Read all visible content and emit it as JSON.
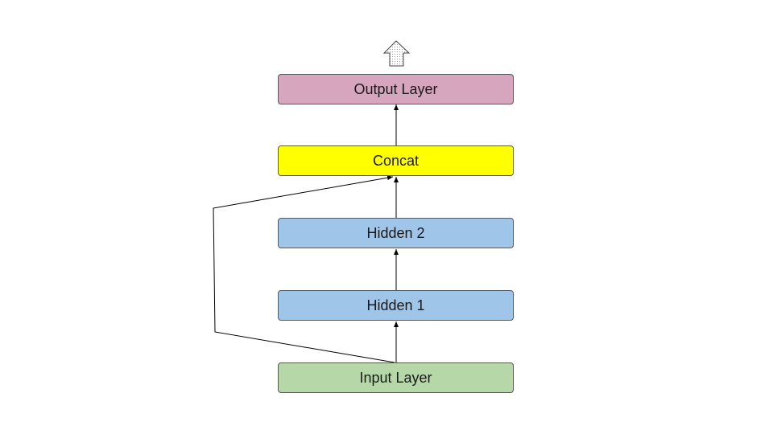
{
  "diagram": {
    "nodes": [
      {
        "id": "output",
        "label": "Output Layer",
        "color": "#d5a6bd"
      },
      {
        "id": "concat",
        "label": "Concat",
        "color": "#ffff00"
      },
      {
        "id": "hidden2",
        "label": "Hidden 2",
        "color": "#9fc5e8"
      },
      {
        "id": "hidden1",
        "label": "Hidden 1",
        "color": "#9fc5e8"
      },
      {
        "id": "input",
        "label": "Input Layer",
        "color": "#b6d7a8"
      }
    ],
    "edges": [
      {
        "from": "input",
        "to": "hidden1"
      },
      {
        "from": "hidden1",
        "to": "hidden2"
      },
      {
        "from": "hidden2",
        "to": "concat"
      },
      {
        "from": "input",
        "to": "concat",
        "type": "skip"
      },
      {
        "from": "concat",
        "to": "output"
      }
    ],
    "output_arrow_color": "#ffffff",
    "line_color": "#000000"
  }
}
